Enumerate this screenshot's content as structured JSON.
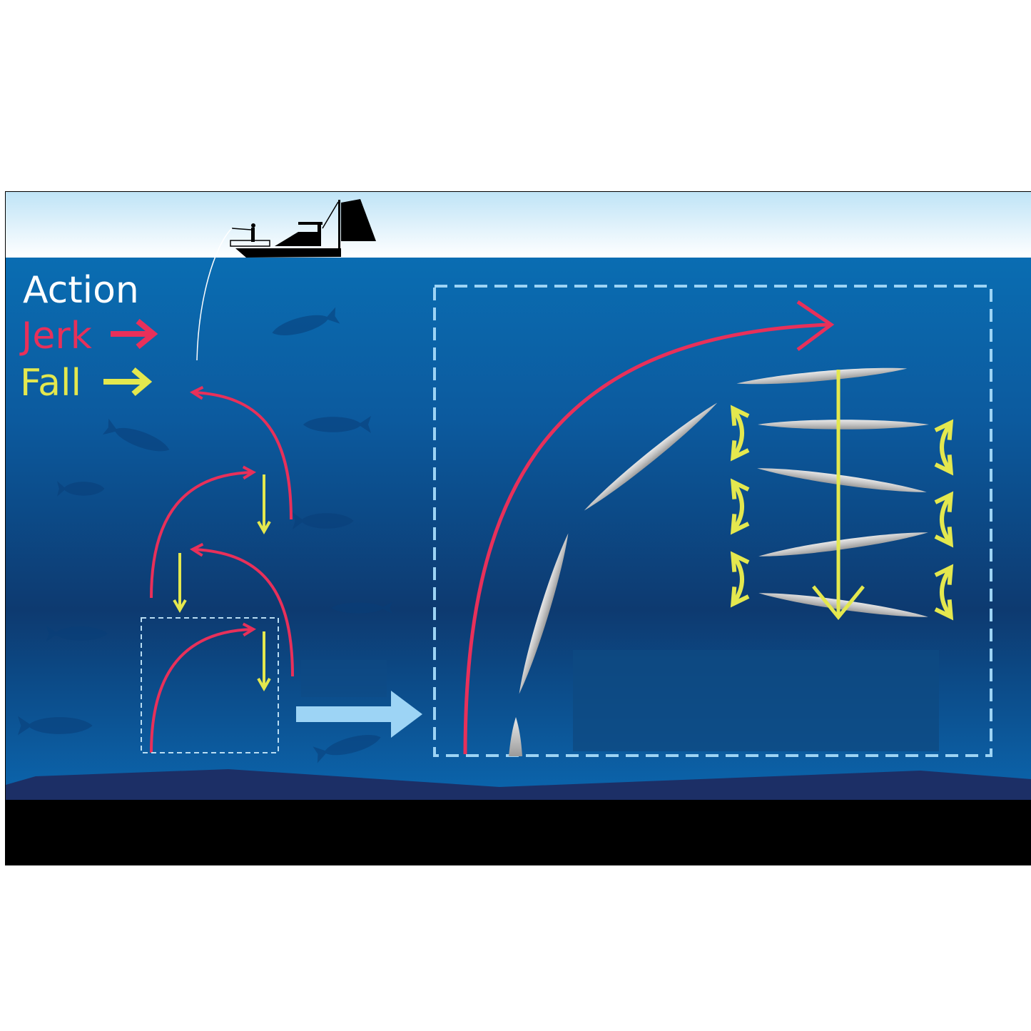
{
  "legend": {
    "title": "Action",
    "jerk_label": "Jerk",
    "fall_label": "Fall"
  },
  "colors": {
    "jerk": "#e8305a",
    "fall": "#e4e84e",
    "sky_top": "#bfe4f7",
    "water_top": "#0a6db2",
    "water_deep": "#0d3a70",
    "dashed_box": "#9dd4f5",
    "seabed": "#1c2f66"
  },
  "icons": [
    "boat-icon",
    "angler-icon",
    "fish-icon",
    "lure-icon",
    "arrow-right-icon",
    "arrow-down-icon",
    "rocking-arrow-icon"
  ]
}
